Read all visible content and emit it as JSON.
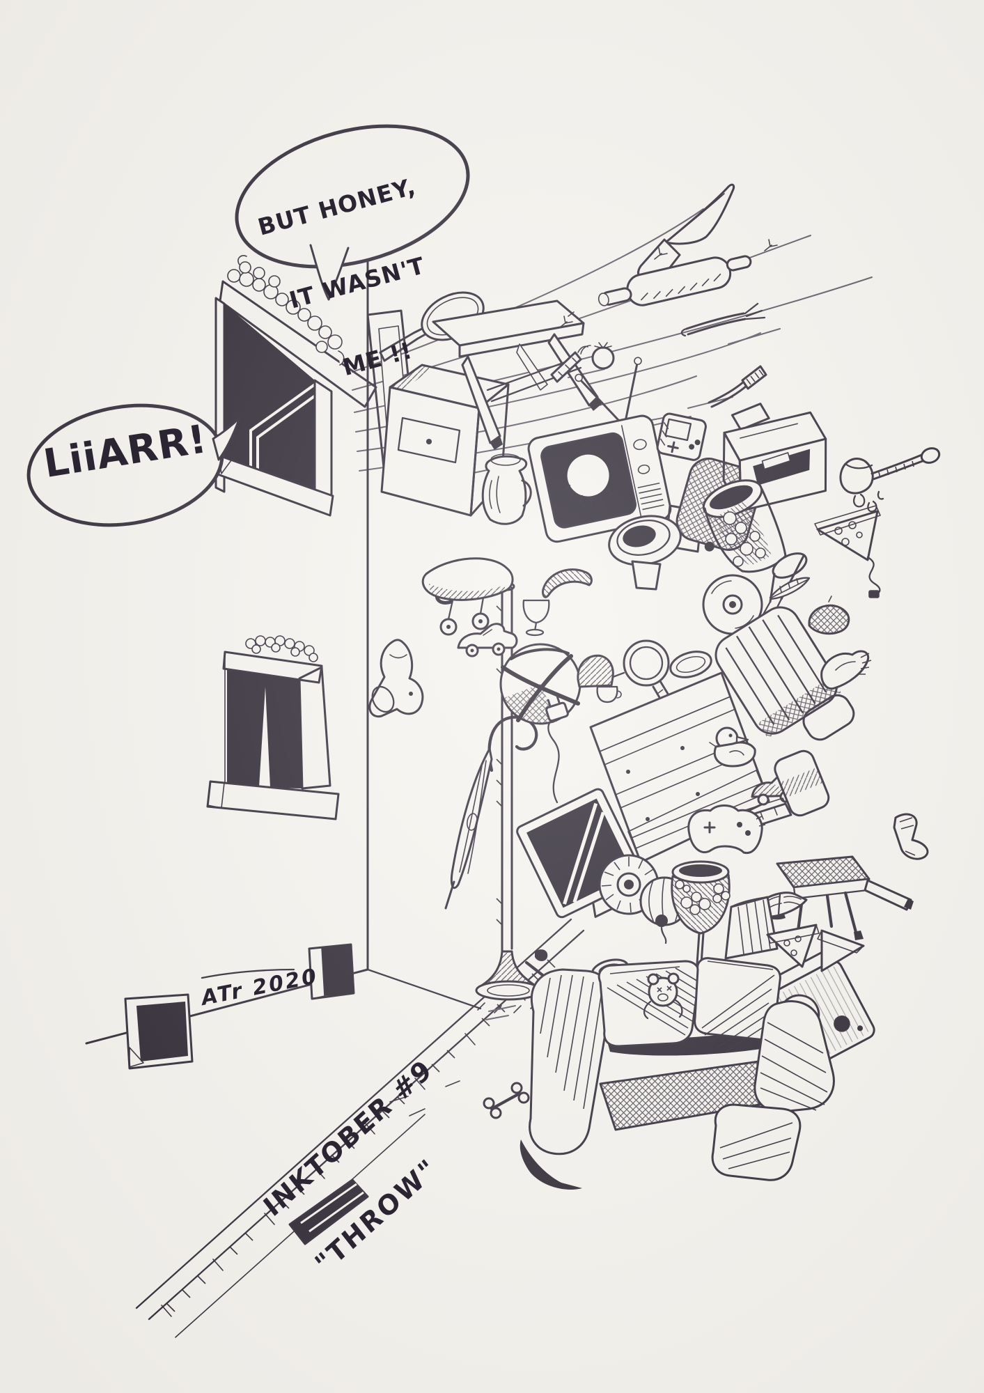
{
  "bubbles": {
    "honey": {
      "line1": "BUT HONEY,",
      "line2": "IT WASN'T",
      "line3": "ME !!"
    },
    "liar": {
      "text": "LiiARR!"
    }
  },
  "caption": {
    "line1": "INKTOBER #9",
    "line2": "\"THROW\""
  },
  "signature": "ATr 2020",
  "colors": {
    "ink": "#2b2433",
    "paper": "#f6f4ef",
    "black_fill": "#26202c"
  },
  "objects_inventory": [
    "open-window-with-flower-box",
    "curtained-window",
    "basement-window",
    "basement-window-2",
    "street-lamp",
    "closed-umbrella",
    "sidewalk-curb",
    "sewer-grate",
    "knife",
    "rolling-pin",
    "bent-fork",
    "toothbrush",
    "tomato",
    "carrot",
    "herb-sprig",
    "tennis-racket",
    "flying-table",
    "door-panel",
    "nightstand",
    "jug",
    "crt-tv-with-antenna",
    "handheld-game-console",
    "toilet",
    "cushion",
    "croissant",
    "printer",
    "plunger",
    "trash-can",
    "funnel",
    "pizza-slice-with-cord",
    "vinyl-record",
    "small-wine-glass",
    "feather",
    "beret",
    "suitcase",
    "glove",
    "hand-mirror",
    "oval-platter",
    "bookshelf",
    "basketball",
    "dustpan",
    "cup",
    "toy-car",
    "rope",
    "skateboard",
    "hair-dryer",
    "rubber-duck",
    "toy-car-2",
    "soap-bar",
    "chocolate-bar",
    "game-controller",
    "flat-screen-monitor",
    "power-plug-cable",
    "electric-fan",
    "yarn-ball",
    "patterned-wine-glass",
    "lampshade",
    "pizza-slices",
    "stool",
    "open-book",
    "loudspeaker",
    "sock",
    "frying-pan",
    "plate",
    "upside-down-couch",
    "teddy-bear",
    "bone"
  ]
}
